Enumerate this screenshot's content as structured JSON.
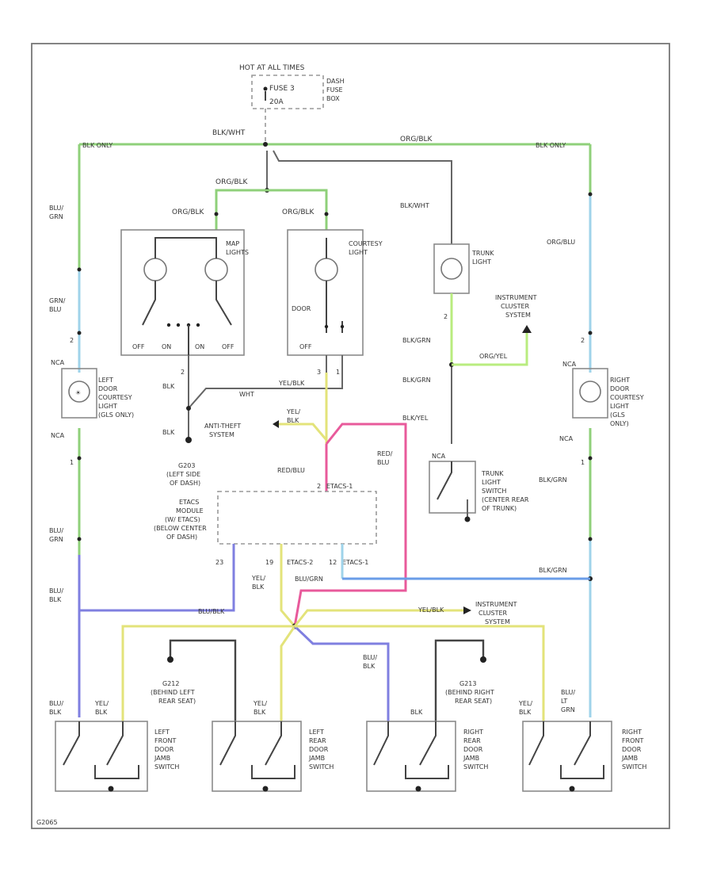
{
  "labels": {
    "fuse_title": "HOT AT ALL TIMES",
    "fuse_name": "FUSE 3",
    "fuse_rating": "20A",
    "dash_fuse_box_1": "DASH",
    "dash_fuse_box_2": "FUSE",
    "dash_fuse_box_3": "BOX",
    "blk_wht_top": "BLK/WHT",
    "blk_only_left": "BLK ONLY",
    "blk_only_right": "BLK ONLY",
    "org_blk_top": "ORG/BLK",
    "org_blk_mid": "ORG/BLK",
    "org_blk_map": "ORG/BLK",
    "org_blk_court": "ORG/BLK",
    "blu_grn_left": "BLU/",
    "blu_grn_left2": "GRN",
    "blk_wht_trunk": "BLK/WHT",
    "org_blu_right": "ORG/BLU",
    "map_lights_1": "MAP",
    "map_lights_2": "LIGHTS",
    "courtesy_1": "COURTESY",
    "courtesy_2": "LIGHT",
    "trunk_light_1": "TRUNK",
    "trunk_light_2": "LIGHT",
    "grn_blu_1": "GRN/",
    "grn_blu_2": "BLU",
    "inst_cluster_1": "INSTRUMENT",
    "inst_cluster_2": "CLUSTER",
    "inst_cluster_3": "SYSTEM",
    "off_1": "OFF",
    "on_1": "ON",
    "on_2": "ON",
    "off_2": "OFF",
    "door": "DOOR",
    "off_3": "OFF",
    "blk_grn_1": "BLK/GRN",
    "org_yel": "ORG/YEL",
    "blk_grn_2": "BLK/GRN",
    "nca_left": "NCA",
    "nca_left_b": "NCA",
    "left_door_1": "LEFT",
    "left_door_2": "DOOR",
    "left_door_3": "COURTESY",
    "left_door_4": "LIGHT",
    "left_door_5": "(GLS ONLY)",
    "blk_1": "BLK",
    "yel_blk_1": "YEL/BLK",
    "wht": "WHT",
    "blk_2": "BLK",
    "anti_theft_1": "ANTI-THEFT",
    "anti_theft_2": "SYSTEM",
    "yel_blk_2a": "YEL/",
    "yel_blk_2b": "BLK",
    "blk_yel": "BLK/YEL",
    "nca_right": "NCA",
    "right_door_1": "RIGHT",
    "right_door_2": "DOOR",
    "right_door_3": "COURTESY",
    "right_door_4": "LIGHT",
    "right_door_5": "(GLS",
    "right_door_6": "ONLY)",
    "nca_right_b": "NCA",
    "g203_1": "G203",
    "g203_2": "(LEFT SIDE",
    "g203_3": "OF DASH)",
    "red_blu_1": "RED/BLU",
    "red_blu_2a": "RED/",
    "red_blu_2b": "BLU",
    "etacs_1": "ETACS",
    "etacs_2": "MODULE",
    "etacs_3": "(W/ ETACS)",
    "etacs_4": "(BELOW CENTER",
    "etacs_5": "OF DASH)",
    "trunk_sw_1": "TRUNK",
    "trunk_sw_2": "LIGHT",
    "trunk_sw_3": "SWITCH",
    "trunk_sw_4": "(CENTER REAR",
    "trunk_sw_5": "OF TRUNK)",
    "nca_trunk": "NCA",
    "blk_grn_right": "BLK/GRN",
    "blu_grn_left_lower_1": "BLU/",
    "blu_grn_left_lower_2": "GRN",
    "pin_23": "23",
    "pin_19": "19",
    "pin_12": "12",
    "pin_2": "2",
    "etacs_conn_1": "ETACS-1",
    "etacs_conn_2": "ETACS-2",
    "etacs_conn_3": "ETACS-1",
    "blu_grn_mid": "BLU/GRN",
    "blk_grn_mid": "BLK/GRN",
    "blu_blk_1": "BLU/",
    "blu_blk_2": "BLK",
    "yel_blk_3a": "YEL/",
    "yel_blk_3b": "BLK",
    "blu_blk_mid": "BLU/BLK",
    "yel_blk_4": "YEL/BLK",
    "inst_cluster_b1": "INSTRUMENT",
    "inst_cluster_b2": "CLUSTER",
    "inst_cluster_b3": "SYSTEM",
    "g212_1": "G212",
    "g212_2": "(BEHIND LEFT",
    "g212_3": "REAR SEAT)",
    "g213_1": "G213",
    "g213_2": "(BEHIND RIGHT",
    "g213_3": "REAR SEAT)",
    "blu_blk_rr_1": "BLU/",
    "blu_blk_rr_2": "BLK",
    "w_blu_blk_1": "BLU/",
    "w_blu_blk_2": "BLK",
    "w_yel_blk_1": "YEL/",
    "w_yel_blk_2": "BLK",
    "w_yel_blk_3": "YEL/",
    "w_yel_blk_4": "BLK",
    "w_blk_1": "BLK",
    "w_yel_blk_5": "YEL/",
    "w_yel_blk_6": "BLK",
    "w_blu_lt_1": "BLU/",
    "w_blu_lt_2": "LT",
    "w_blu_lt_3": "GRN",
    "sw_lf_1": "LEFT",
    "sw_lf_2": "FRONT",
    "sw_lf_3": "DOOR",
    "sw_lf_4": "JAMB",
    "sw_lf_5": "SWITCH",
    "sw_lr_1": "LEFT",
    "sw_lr_2": "REAR",
    "sw_lr_3": "DOOR",
    "sw_lr_4": "JAMB",
    "sw_lr_5": "SWITCH",
    "sw_rr_1": "RIGHT",
    "sw_rr_2": "REAR",
    "sw_rr_3": "DOOR",
    "sw_rr_4": "JAMB",
    "sw_rr_5": "SWITCH",
    "sw_rf_1": "RIGHT",
    "sw_rf_2": "FRONT",
    "sw_rf_3": "DOOR",
    "sw_rf_4": "JAMB",
    "sw_rf_5": "SWITCH",
    "footer_code": "G2065"
  },
  "colors": {
    "green": "#8fd07a",
    "light_green": "#b9ec7f",
    "yellow": "#e3e37a",
    "pink": "#e85a9b",
    "blue": "#7f7fe0",
    "light_blue": "#9fd3ea",
    "mid_blue": "#6a9de8",
    "black_wire": "#666666"
  }
}
